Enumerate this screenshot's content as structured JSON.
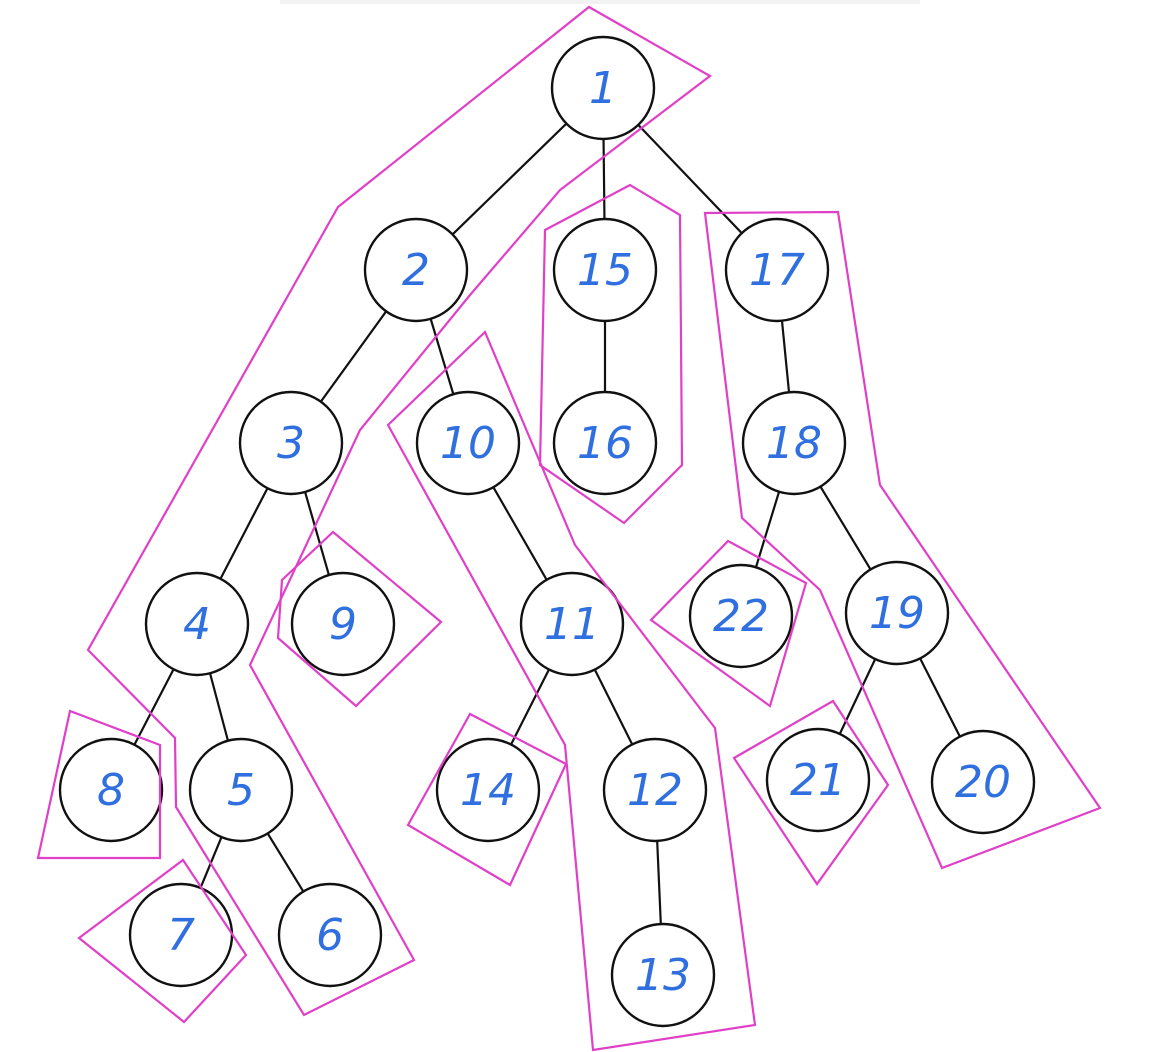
{
  "colors": {
    "node_text": "#2f6fe0",
    "edge": "#111111",
    "group_outline": "#e040c8"
  },
  "tree": {
    "nodes": [
      {
        "id": "n1",
        "label": "1"
      },
      {
        "id": "n2",
        "label": "2"
      },
      {
        "id": "n15",
        "label": "15"
      },
      {
        "id": "n17",
        "label": "17"
      },
      {
        "id": "n3",
        "label": "3"
      },
      {
        "id": "n10",
        "label": "10"
      },
      {
        "id": "n16",
        "label": "16"
      },
      {
        "id": "n18",
        "label": "18"
      },
      {
        "id": "n4",
        "label": "4"
      },
      {
        "id": "n9",
        "label": "9"
      },
      {
        "id": "n11",
        "label": "11"
      },
      {
        "id": "n22",
        "label": "22"
      },
      {
        "id": "n19",
        "label": "19"
      },
      {
        "id": "n8",
        "label": "8"
      },
      {
        "id": "n5",
        "label": "5"
      },
      {
        "id": "n14",
        "label": "14"
      },
      {
        "id": "n12",
        "label": "12"
      },
      {
        "id": "n21",
        "label": "21"
      },
      {
        "id": "n20",
        "label": "20"
      },
      {
        "id": "n7",
        "label": "7"
      },
      {
        "id": "n6",
        "label": "6"
      },
      {
        "id": "n13",
        "label": "13"
      }
    ],
    "edges": [
      [
        "n1",
        "n2"
      ],
      [
        "n1",
        "n15"
      ],
      [
        "n1",
        "n17"
      ],
      [
        "n2",
        "n3"
      ],
      [
        "n2",
        "n10"
      ],
      [
        "n15",
        "n16"
      ],
      [
        "n17",
        "n18"
      ],
      [
        "n3",
        "n4"
      ],
      [
        "n3",
        "n9"
      ],
      [
        "n10",
        "n11"
      ],
      [
        "n18",
        "n22"
      ],
      [
        "n18",
        "n19"
      ],
      [
        "n4",
        "n8"
      ],
      [
        "n4",
        "n5"
      ],
      [
        "n11",
        "n14"
      ],
      [
        "n11",
        "n12"
      ],
      [
        "n19",
        "n21"
      ],
      [
        "n19",
        "n20"
      ],
      [
        "n5",
        "n7"
      ],
      [
        "n5",
        "n6"
      ],
      [
        "n12",
        "n13"
      ]
    ],
    "chains": [
      {
        "name": "chain-1-2-3-4-5-6",
        "members": [
          "n1",
          "n2",
          "n3",
          "n4",
          "n5",
          "n6"
        ]
      },
      {
        "name": "chain-15-16",
        "members": [
          "n15",
          "n16"
        ]
      },
      {
        "name": "chain-17-18-19-20",
        "members": [
          "n17",
          "n18",
          "n19",
          "n20"
        ]
      },
      {
        "name": "chain-10-11-12-13",
        "members": [
          "n10",
          "n11",
          "n12",
          "n13"
        ]
      },
      {
        "name": "chain-9",
        "members": [
          "n9"
        ]
      },
      {
        "name": "chain-8",
        "members": [
          "n8"
        ]
      },
      {
        "name": "chain-7",
        "members": [
          "n7"
        ]
      },
      {
        "name": "chain-14",
        "members": [
          "n14"
        ]
      },
      {
        "name": "chain-22",
        "members": [
          "n22"
        ]
      },
      {
        "name": "chain-21",
        "members": [
          "n21"
        ]
      }
    ]
  }
}
